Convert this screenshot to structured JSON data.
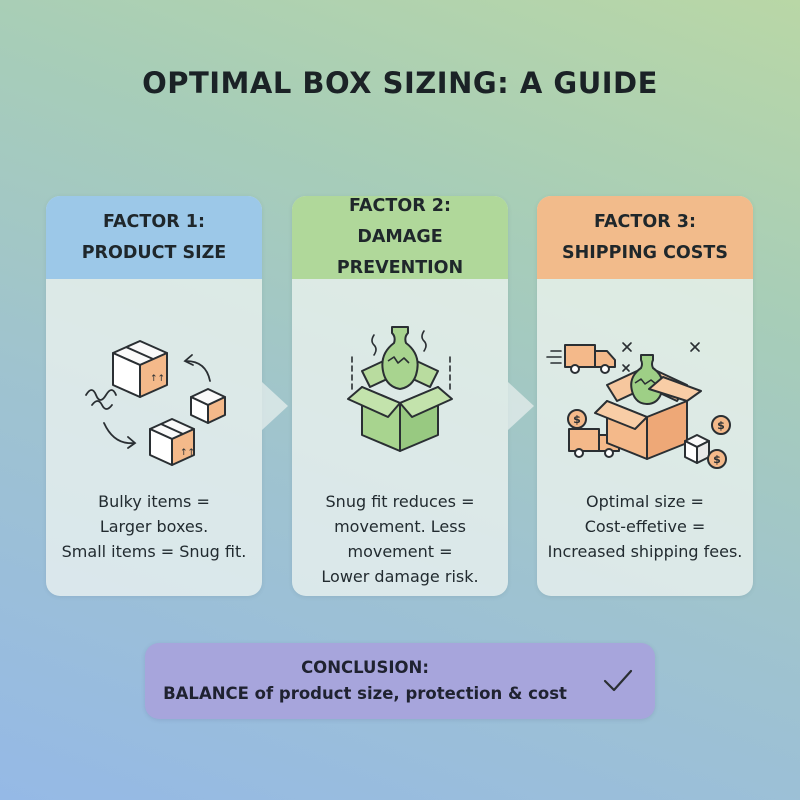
{
  "title": "OPTIMAL BOX SIZING: A GUIDE",
  "factors": [
    {
      "heading_line1": "FACTOR 1:",
      "heading_line2": "PRODUCT SIZE",
      "text_lines": [
        "Bulky items =",
        "Larger boxes.",
        "Small items = Snug fit."
      ],
      "icon": "boxes-of-different-sizes-icon",
      "color": "#9cc8e8"
    },
    {
      "heading_line1": "FACTOR 2:",
      "heading_line2": "DAMAGE PREVENTION",
      "text_lines": [
        "Snug fit reduces =",
        "movement. Less movement =",
        "Lower damage risk."
      ],
      "icon": "vase-in-box-icon",
      "color": "#b0d89a"
    },
    {
      "heading_line1": "FACTOR 3:",
      "heading_line2": "SHIPPING COSTS",
      "text_lines": [
        "Optimal size =",
        "Cost-effetive =",
        "Increased shipping fees."
      ],
      "icon": "shipping-costs-icon",
      "color": "#f2bb8b"
    }
  ],
  "conclusion": {
    "line1": "CONCLUSION:",
    "line2": "BALANCE of product size, protection & cost",
    "icon": "checkmark-icon",
    "color": "#a7a5dc"
  }
}
